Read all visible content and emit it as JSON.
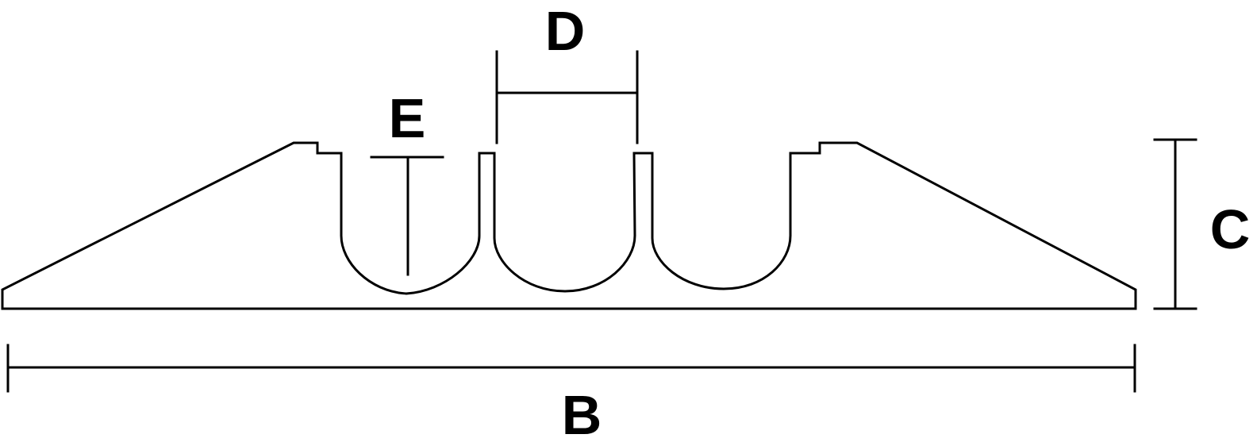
{
  "diagram": {
    "colors": {
      "stroke": "#000000",
      "background": "#ffffff"
    },
    "labels": {
      "b": "B",
      "c": "C",
      "d": "D",
      "e": "E"
    }
  }
}
